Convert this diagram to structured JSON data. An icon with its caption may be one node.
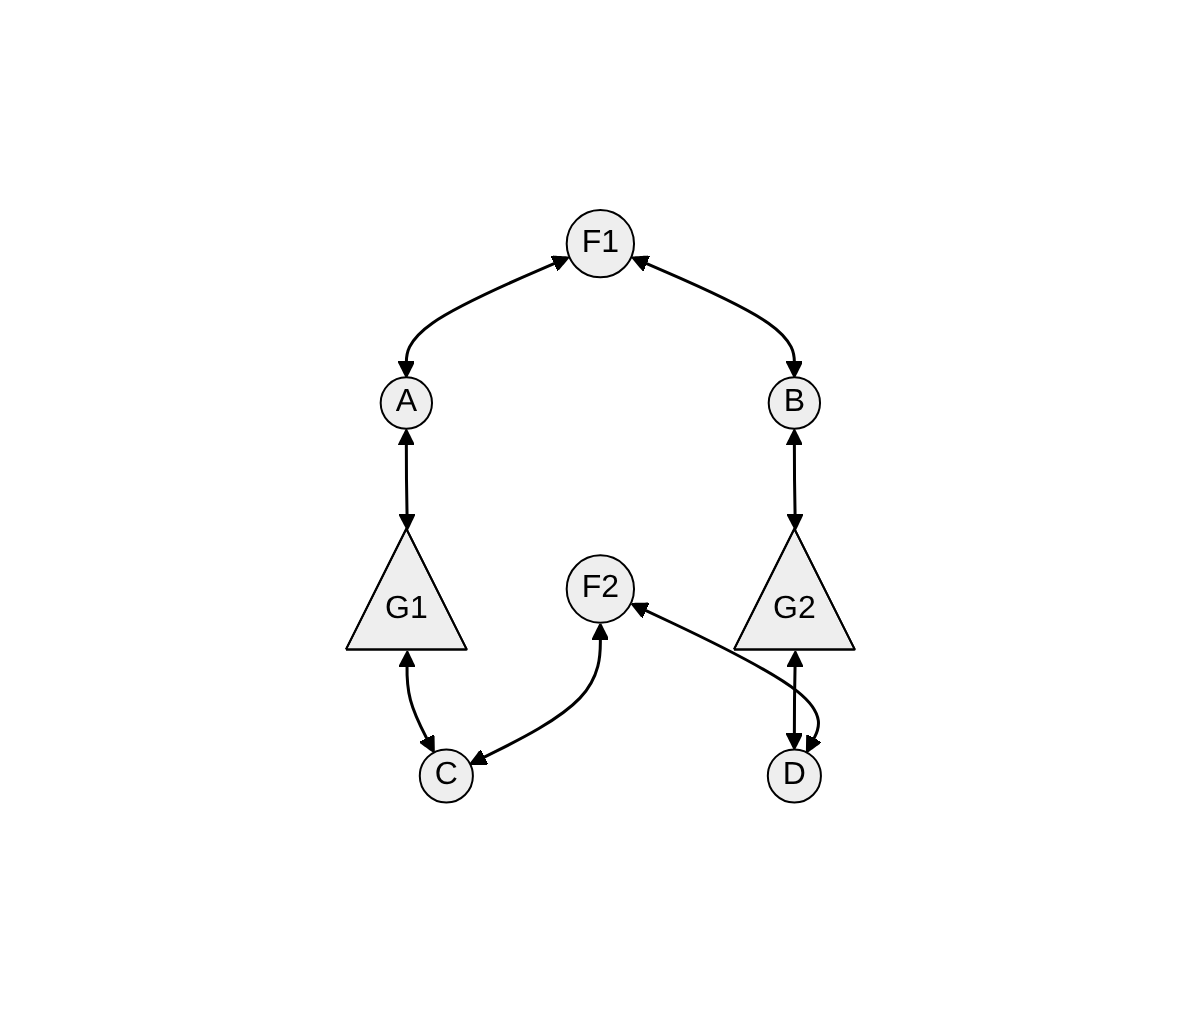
{
  "diagram": {
    "nodes": [
      {
        "text": [
          "F1"
        ]
      },
      {
        "text": [
          "F2"
        ]
      },
      {
        "text": [
          "A"
        ]
      },
      {
        "text": [
          "G1"
        ]
      },
      {
        "text": [
          "C"
        ]
      },
      {
        "text": [
          "B"
        ]
      },
      {
        "text": [
          "G2"
        ]
      },
      {
        "text": [
          "D"
        ]
      }
    ],
    "edges": [
      {
        "from": 0,
        "to": 2,
        "arrow": "both"
      },
      {
        "from": 2,
        "to": 3,
        "arrow": "both"
      },
      {
        "from": 3,
        "to": 4,
        "arrow": "both"
      },
      {
        "from": 1,
        "to": 4,
        "arrow": "both"
      },
      {
        "from": 0,
        "to": 5,
        "arrow": "both"
      },
      {
        "from": 5,
        "to": 6,
        "arrow": "both"
      },
      {
        "from": 6,
        "to": 7,
        "arrow": "both"
      },
      {
        "from": 1,
        "to": 7,
        "arrow": "both"
      }
    ]
  }
}
